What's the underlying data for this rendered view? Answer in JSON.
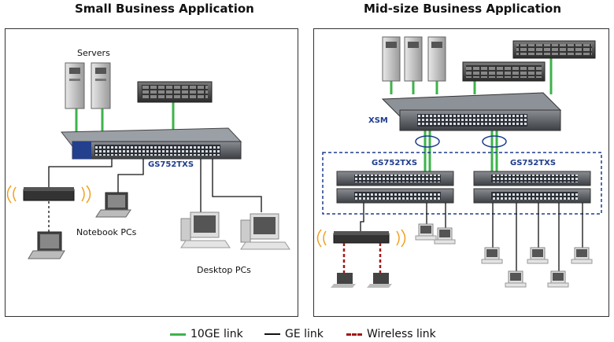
{
  "left": {
    "title": "Small Business Application",
    "servers_label": "Servers",
    "switch_label": "GS752TXS",
    "notebook_label": "Notebook PCs",
    "desktop_label": "Desktop PCs"
  },
  "right": {
    "title": "Mid-size Business Application",
    "core_label": "XSM",
    "stack_left_label": "GS752TXS",
    "stack_right_label": "GS752TXS"
  },
  "legend": [
    {
      "label": "10GE link",
      "color": "#3db34a",
      "style": "solid"
    },
    {
      "label": "GE link",
      "color": "#111111",
      "style": "solid"
    },
    {
      "label": "Wireless link",
      "color": "#a01818",
      "style": "dashed"
    }
  ],
  "colors": {
    "accent": "#1e3c8c",
    "ten_ge": "#3db34a",
    "wireless": "#a01818"
  }
}
